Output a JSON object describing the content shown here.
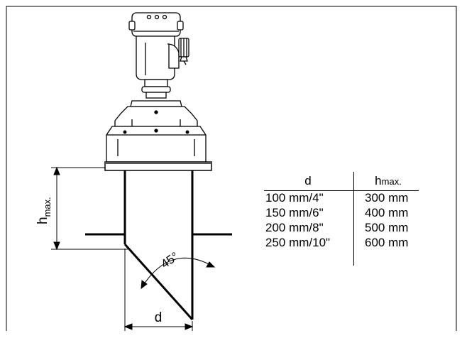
{
  "labels": {
    "d_dimension": "d",
    "h_max_main": "h",
    "h_max_sub": "max.",
    "angle": "45°"
  },
  "table": {
    "header_d": "d",
    "header_h_main": "h",
    "header_h_sub": "max.",
    "rows": [
      {
        "d": "100 mm/4\"",
        "h": "300 mm"
      },
      {
        "d": "150 mm/6\"",
        "h": "400 mm"
      },
      {
        "d": "200 mm/8\"",
        "h": "500 mm"
      },
      {
        "d": "250 mm/10\"",
        "h": "600 mm"
      }
    ]
  }
}
